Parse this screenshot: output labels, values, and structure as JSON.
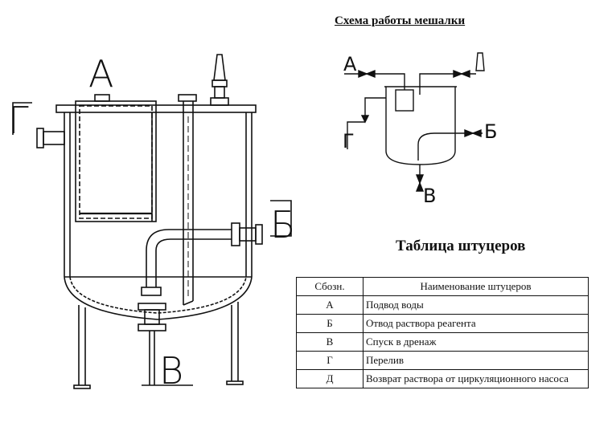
{
  "schema_title": "Схема работы мешалки",
  "table_title": "Таблица штуцеров",
  "drawing_labels": {
    "A": "А",
    "B": "Б",
    "V": "В",
    "G": "Г"
  },
  "schema_labels": {
    "A": "А",
    "B": "Б",
    "V": "В",
    "G": "Г"
  },
  "table": {
    "headers": [
      "Сбозн.",
      "Наименование штуцеров"
    ],
    "rows": [
      {
        "code": "А",
        "name": "Подвод воды"
      },
      {
        "code": "Б",
        "name": "Отвод раствора реагента"
      },
      {
        "code": "В",
        "name": "Спуск в дренаж"
      },
      {
        "code": "Г",
        "name": "Перелив"
      },
      {
        "code": "Д",
        "name": "Возврат раствора от циркуляционного насоса"
      }
    ]
  }
}
